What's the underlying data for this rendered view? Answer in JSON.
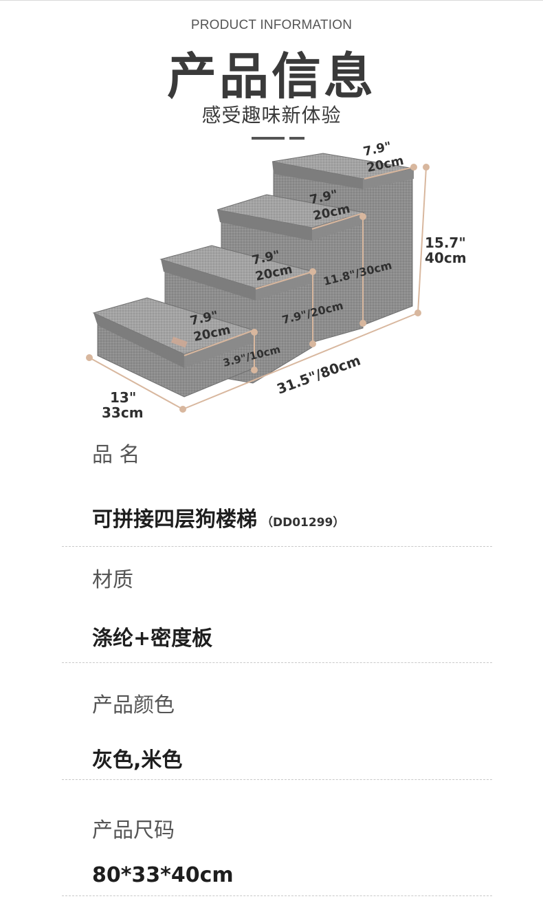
{
  "header": {
    "kicker": "PRODUCT INFORMATION",
    "title": "产品信息",
    "subtitle": "感受趣味新体验"
  },
  "dimensions": {
    "step1_depth": "7.9\"",
    "step1_depth_cm": "20cm",
    "step2_depth": "7.9\"",
    "step2_depth_cm": "20cm",
    "step3_depth": "7.9\"",
    "step3_depth_cm": "20cm",
    "step4_depth": "7.9\"",
    "step4_depth_cm": "20cm",
    "step_height_1": "3.9\"/10cm",
    "step_height_2": "7.9\"/20cm",
    "step_height_3": "11.8\"/30cm",
    "total_height": "15.7\"",
    "total_height_cm": "40cm",
    "length": "31.5\"/80cm",
    "width": "13\"",
    "width_cm": "33cm"
  },
  "specs": [
    {
      "label": "品 名",
      "value": "可拼接四层狗楼梯",
      "code": "（DD01299）"
    },
    {
      "label": "材质",
      "value": "涤纶+密度板"
    },
    {
      "label": "产品颜色",
      "value": "灰色,米色"
    },
    {
      "label": "产品尺码",
      "value": "80*33*40cm"
    }
  ],
  "colors": {
    "fabric": "#8f8f8f",
    "fabric_top": "#a3a3a3",
    "dim_line": "#d8b79e",
    "text_dark": "#3a3a3a"
  }
}
